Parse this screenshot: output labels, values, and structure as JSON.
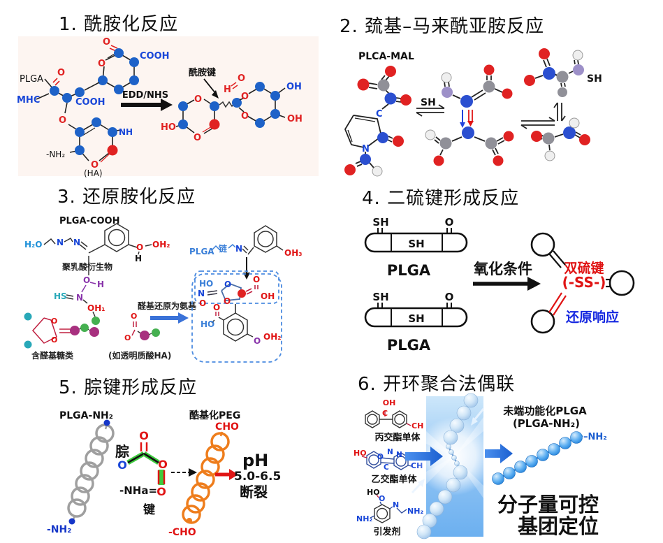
{
  "colors": {
    "atom_blue": "#1e62c8",
    "atom_red": "#e02222",
    "atom_gray": "#909098",
    "atom_white": "#efefef",
    "atom_purple": "#9d90c8",
    "label_blue": "#1846d8",
    "label_red": "#e01414",
    "coil_gray": "#9f9f9f",
    "coil_orange": "#ee7d1c",
    "arrow_blue": "#2f6fd8",
    "dash_box_blue": "#4b8be0",
    "green_bond": "#3ecb3e",
    "magenta": "#a8307f",
    "teal": "#28a8b8",
    "green_ball": "#45b050",
    "bead_blue": "#2f8fe8",
    "panel_pink_bg": "#fdf5f1"
  },
  "panel1": {
    "title": "1. 酰胺化反应",
    "reagent": "EDD/NHS",
    "labels": {
      "plga": "PLGA",
      "mhc": "MHC",
      "cooh": "COOH",
      "nh": "NH",
      "nh2": "-NH₂",
      "ha": "(HA)",
      "amide": "酰胺键",
      "o": "O",
      "h": "H",
      "ho": "HO",
      "oh": "OH"
    }
  },
  "panel2": {
    "title": "2. 巯基–马来酰亚胺反应",
    "labels": {
      "plca_mal": "PLCA-MAL",
      "sh": "SH",
      "c": "C",
      "n": "N"
    }
  },
  "panel3": {
    "title": "3. 还原胺化反应",
    "labels": {
      "plga_cooh": "PLGA-COOH",
      "h2o": "H₂O",
      "n": "N",
      "o": "O",
      "h": "H",
      "hs": "HS",
      "oh1": "OH₁",
      "oh2": "OH₂",
      "oh3": "OH₃",
      "derivative": "聚乳酸衍生物",
      "reduce": "醛基还原为氨基",
      "sugar": "含醛基糖类",
      "ha": "(如透明质酸HA)",
      "plga": "PLGA",
      "chain": "链",
      "ho": "HO",
      "oh": "OH"
    }
  },
  "panel4": {
    "title": "4. 二硫键形成反应",
    "labels": {
      "sh": "SH",
      "o": "O",
      "plga": "PLGA",
      "condition": "氧化条件",
      "ss1": "双硫键",
      "ss2": "(-SS-)",
      "resp": "还原响应"
    }
  },
  "panel5": {
    "title": "5. 腙键形成反应",
    "labels": {
      "plga_nh2": "PLGA-NH₂",
      "nh2": "-NH₂",
      "hydrazone": "腙",
      "o": "O",
      "nha": "-NHa=",
      "bond": "键",
      "peg": "酷基化PEG",
      "cho": "CHO",
      "cho2": "-CHO",
      "ph": "pH",
      "range": "5.0-6.5",
      "cleave": "断裂"
    }
  },
  "panel6": {
    "title": "6. 开环聚合法偶联",
    "labels": {
      "oh": "OH",
      "c": "C",
      "ch": "CH",
      "ho": "HO",
      "o": "O",
      "n": "N",
      "nh2": "NH₂",
      "m1": "丙交酯单体",
      "m2": "乙交酯单体",
      "m3": "引发剂",
      "func1": "未端功能化PLGA",
      "func2": "(PLGA-NH₂)",
      "chain_nh2": "–NH₂",
      "big1": "分子量可控",
      "big2": "基团定位"
    }
  }
}
